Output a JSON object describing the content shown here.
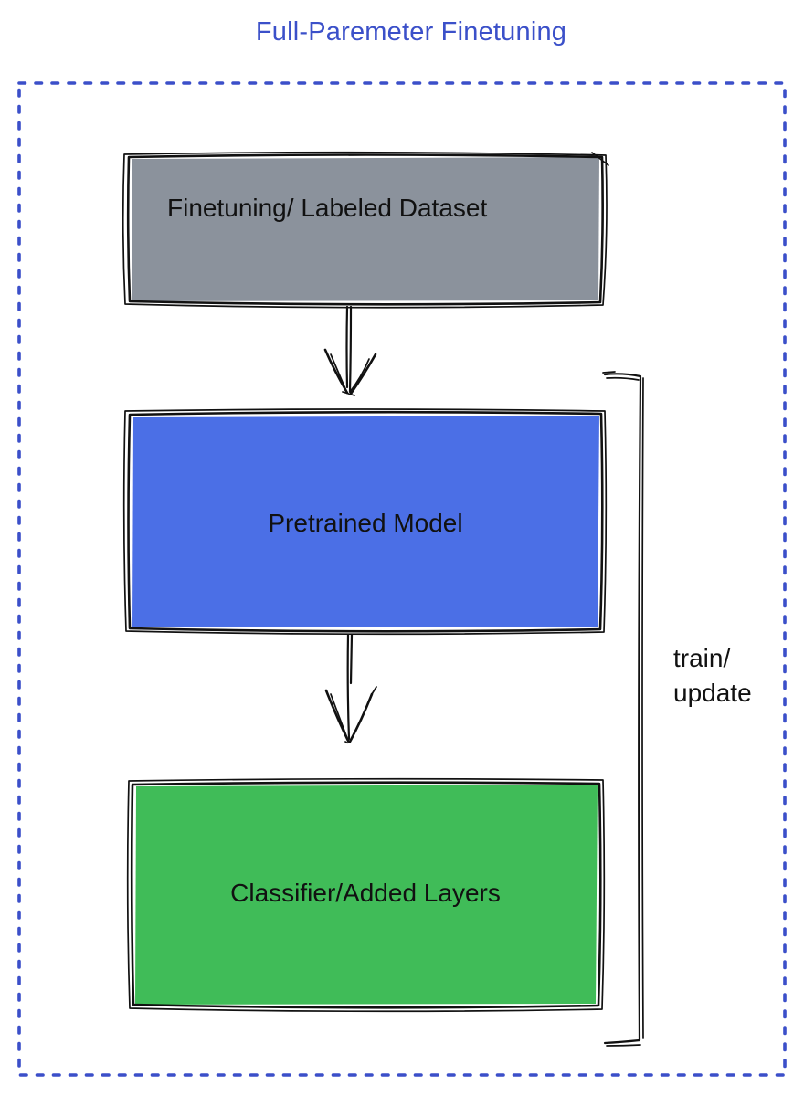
{
  "title": "Full-Paremeter Finetuning",
  "colors": {
    "title": "#3b50c9",
    "frame_border": "#3b4fc9",
    "ink": "#111111",
    "background": "#ffffff"
  },
  "boxes": [
    {
      "label": "Finetuning/ Labeled Dataset",
      "fill": "#8b929c"
    },
    {
      "label": "Pretrained Model",
      "fill": "#4b6fe6"
    },
    {
      "label": "Classifier/Added Layers",
      "fill": "#40bc58"
    }
  ],
  "bracket": {
    "label_lines": [
      "train/",
      "update"
    ]
  }
}
